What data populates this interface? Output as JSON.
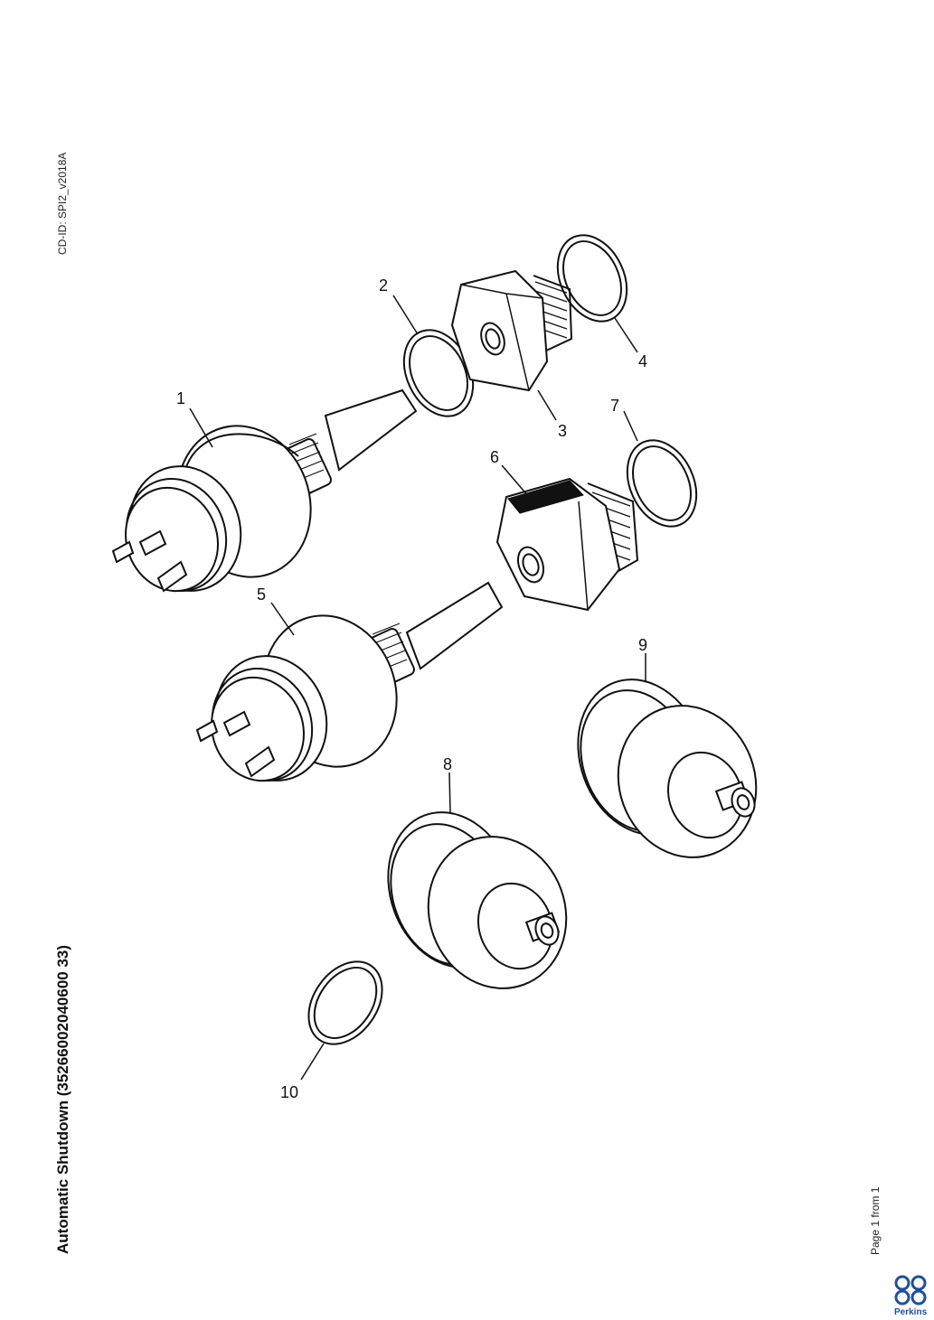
{
  "document": {
    "cd_id": "CD-ID: SPI2_v2018A",
    "title": "Automatic Shutdown (35266002040600 33)",
    "page_info": "Page 1 from 1",
    "brand": "Perkins"
  },
  "callouts": {
    "c1": "1",
    "c2": "2",
    "c3": "3",
    "c4": "4",
    "c5": "5",
    "c6": "6",
    "c7": "7",
    "c8": "8",
    "c9": "9",
    "c10": "10"
  },
  "colors": {
    "ink": "#111111",
    "brand": "#1f4f9c"
  }
}
